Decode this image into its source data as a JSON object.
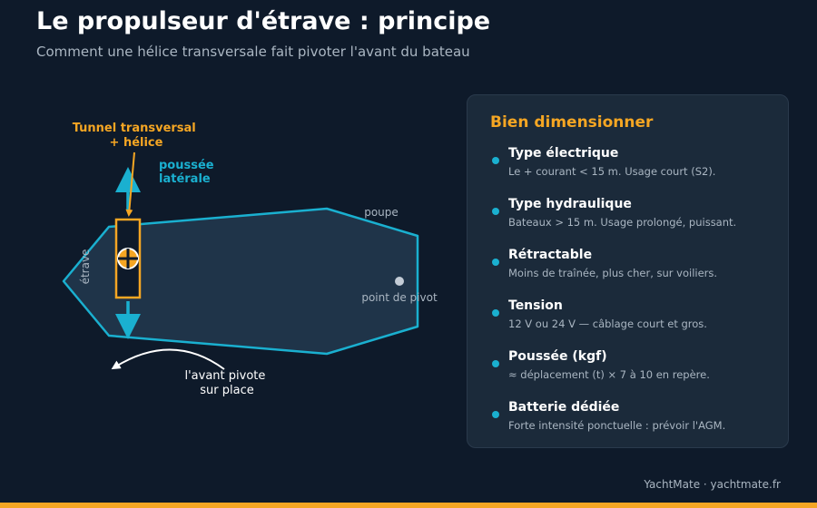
{
  "header": {
    "title": "Le propulseur d'étrave : principe",
    "subtitle": "Comment une hélice transversale fait pivoter l'avant du bateau"
  },
  "diagram": {
    "tunnel_label_line1": "Tunnel transversal",
    "tunnel_label_line2": "+ hélice",
    "thrust_label_line1": "poussée",
    "thrust_label_line2": "latérale",
    "stern_label": "poupe",
    "bow_label": "étrave",
    "pivot_label": "point de pivot",
    "pivot_note_line1": "l'avant pivote",
    "pivot_note_line2": "sur place"
  },
  "panel": {
    "title": "Bien dimensionner",
    "items": [
      {
        "title": "Type électrique",
        "desc": "Le + courant < 15 m. Usage court (S2)."
      },
      {
        "title": "Type hydraulique",
        "desc": "Bateaux > 15 m. Usage prolongé, puissant."
      },
      {
        "title": "Rétractable",
        "desc": "Moins de traînée, plus cher, sur voiliers."
      },
      {
        "title": "Tension",
        "desc": "12 V ou 24 V — câblage court et gros."
      },
      {
        "title": "Poussée (kgf)",
        "desc": "≈ déplacement (t) × 7 à 10 en repère."
      },
      {
        "title": "Batterie dédiée",
        "desc": "Forte intensité ponctuelle : prévoir l'AGM."
      }
    ]
  },
  "footer": {
    "credit": "YachtMate · yachtmate.fr"
  },
  "colors": {
    "background": "#0e1a2a",
    "accent_orange": "#f5a623",
    "accent_cyan": "#1ab0d0",
    "hull_fill": "#1f3449",
    "panel_bg": "#1b2a3a"
  }
}
